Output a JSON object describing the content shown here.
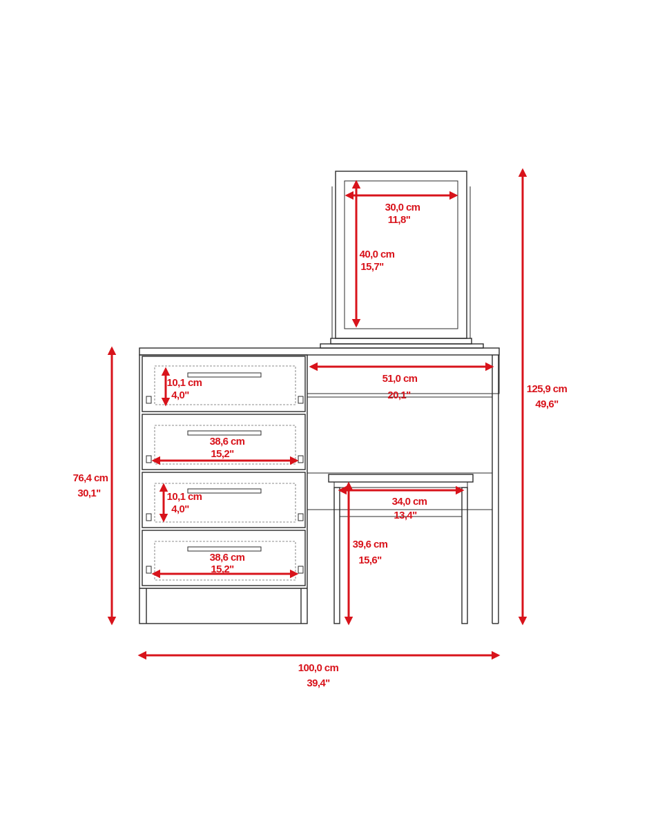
{
  "colors": {
    "dimension": "#d8131b",
    "outline": "#2a2a2a",
    "background": "#ffffff"
  },
  "dimensions": {
    "mirror_width": {
      "cm": "30,0 cm",
      "in": "11,8\""
    },
    "mirror_height": {
      "cm": "40,0 cm",
      "in": "15,7\""
    },
    "total_height": {
      "cm": "125,9 cm",
      "in": "49,6\""
    },
    "desk_width": {
      "cm": "51,0 cm",
      "in": "20,1\""
    },
    "drawer1_height": {
      "cm": "10,1 cm",
      "in": "4,0\""
    },
    "drawer2_width": {
      "cm": "38,6 cm",
      "in": "15,2\""
    },
    "drawer3_height": {
      "cm": "10,1 cm",
      "in": "4,0\""
    },
    "drawer4_width": {
      "cm": "38,6 cm",
      "in": "15,2\""
    },
    "table_height": {
      "cm": "76,4 cm",
      "in": "30,1\""
    },
    "stool_width": {
      "cm": "34,0 cm",
      "in": "13,4\""
    },
    "stool_height": {
      "cm": "39,6 cm",
      "in": "15,6\""
    },
    "total_width": {
      "cm": "100,0 cm",
      "in": "39,4\""
    }
  }
}
